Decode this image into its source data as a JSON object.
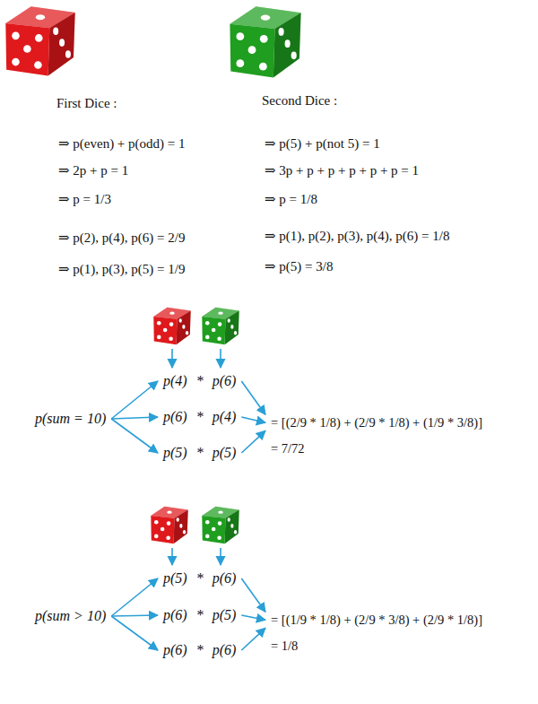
{
  "diagram": {
    "nodes": [
      {
        "text": [
          "p(sum = 10)"
        ]
      },
      {
        "text": [
          "p(4) * p(6)"
        ]
      },
      {
        "text": [
          "p(6) * p(4)"
        ]
      },
      {
        "text": [
          "p(5) * p(5)"
        ]
      },
      {
        "text": [
          "= [(2/9 * 1/8) + (2/9 * 1/8) + (1/9 * 3/8)]",
          "= 7/72"
        ]
      },
      {
        "text": [
          "p(sum > 10)"
        ]
      },
      {
        "text": [
          "p(5) * p(6)"
        ]
      },
      {
        "text": [
          "p(6) * p(5)"
        ]
      },
      {
        "text": [
          "p(6) * p(6)"
        ]
      },
      {
        "text": [
          "= [(1/9 * 1/8) + (2/9 * 3/8) + (2/9 * 1/8)]",
          "= 1/8"
        ]
      }
    ],
    "edges": [
      {
        "from": 0,
        "to": 1,
        "arrow": "to"
      },
      {
        "from": 0,
        "to": 2,
        "arrow": "to"
      },
      {
        "from": 0,
        "to": 3,
        "arrow": "to"
      },
      {
        "from": 1,
        "to": 4,
        "arrow": "to"
      },
      {
        "from": 2,
        "to": 4,
        "arrow": "to"
      },
      {
        "from": 3,
        "to": 4,
        "arrow": "to"
      },
      {
        "from": 5,
        "to": 6,
        "arrow": "to"
      },
      {
        "from": 5,
        "to": 7,
        "arrow": "to"
      },
      {
        "from": 5,
        "to": 8,
        "arrow": "to"
      },
      {
        "from": 6,
        "to": 9,
        "arrow": "to"
      },
      {
        "from": 7,
        "to": 9,
        "arrow": "to"
      },
      {
        "from": 8,
        "to": 9,
        "arrow": "to"
      }
    ],
    "labels": [
      "First Dice :",
      "Second Dice :",
      "⇒ p(even) + p(odd) = 1",
      "⇒ 2p + p = 1",
      "⇒ p = 1/3",
      "⇒ p(2), p(4), p(6) = 2/9",
      "⇒ p(1), p(3), p(5) = 1/9",
      "⇒ p(5) + p(not 5) = 1",
      "⇒ 3p + p + p + p + p + p = 1",
      "⇒ p = 1/8",
      "⇒ p(1), p(2), p(3), p(4), p(6) = 1/8",
      "⇒ p(5) = 3/8"
    ]
  }
}
